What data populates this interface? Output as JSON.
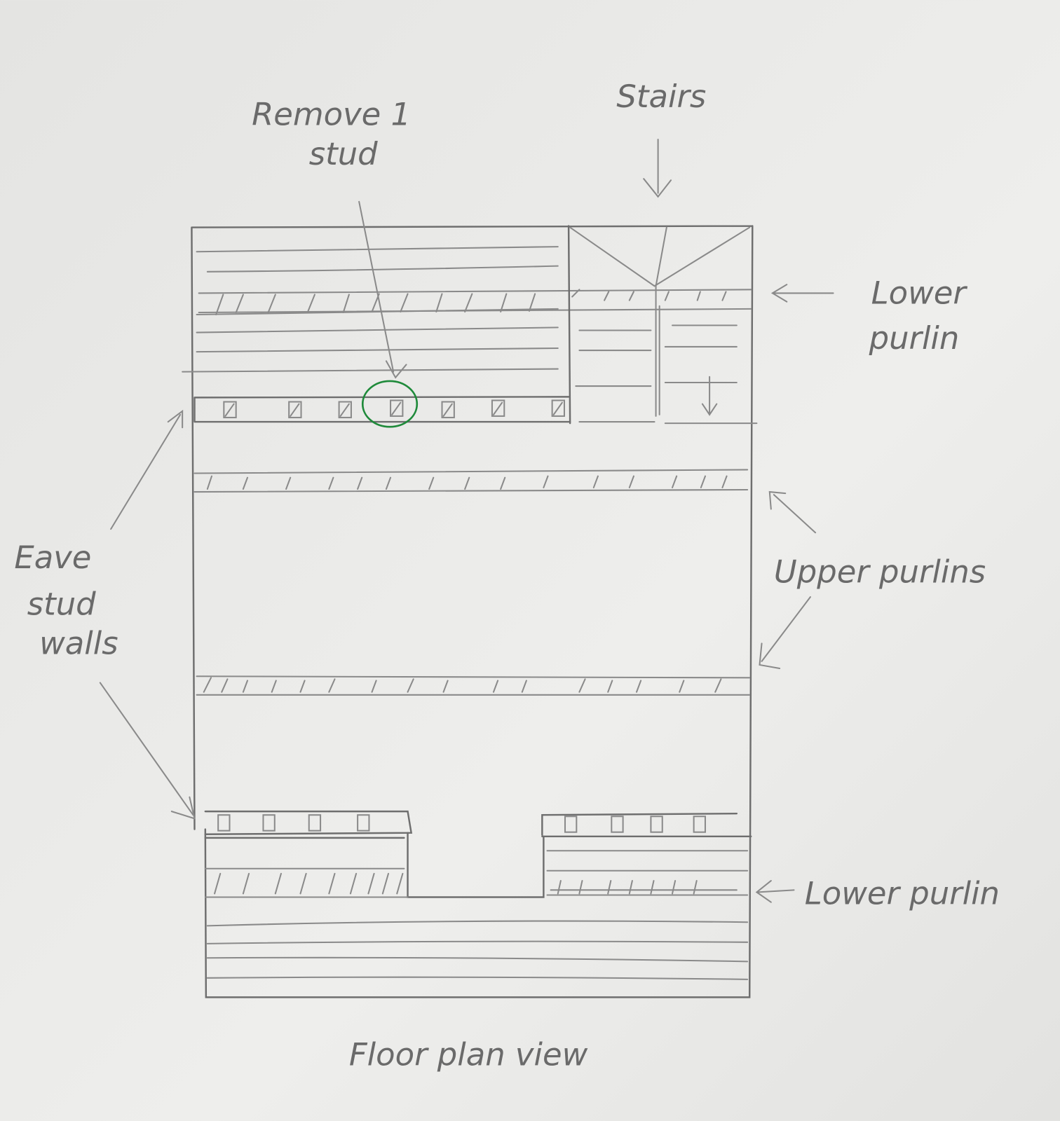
{
  "labels": {
    "remove_stud_line1": "Remove 1",
    "remove_stud_line2": "stud",
    "stairs": "Stairs",
    "lower_purlin_top_line1": "Lower",
    "lower_purlin_top_line2": "purlin",
    "eave_line1": "Eave",
    "eave_line2": "stud",
    "eave_line3": "walls",
    "upper_purlins": "Upper purlins",
    "lower_purlin_bottom": "Lower purlin",
    "caption": "Floor plan view"
  },
  "colors": {
    "paper": "#e9e9e7",
    "pencil": "#6e6e6e",
    "highlight": "#1f8a3a"
  }
}
